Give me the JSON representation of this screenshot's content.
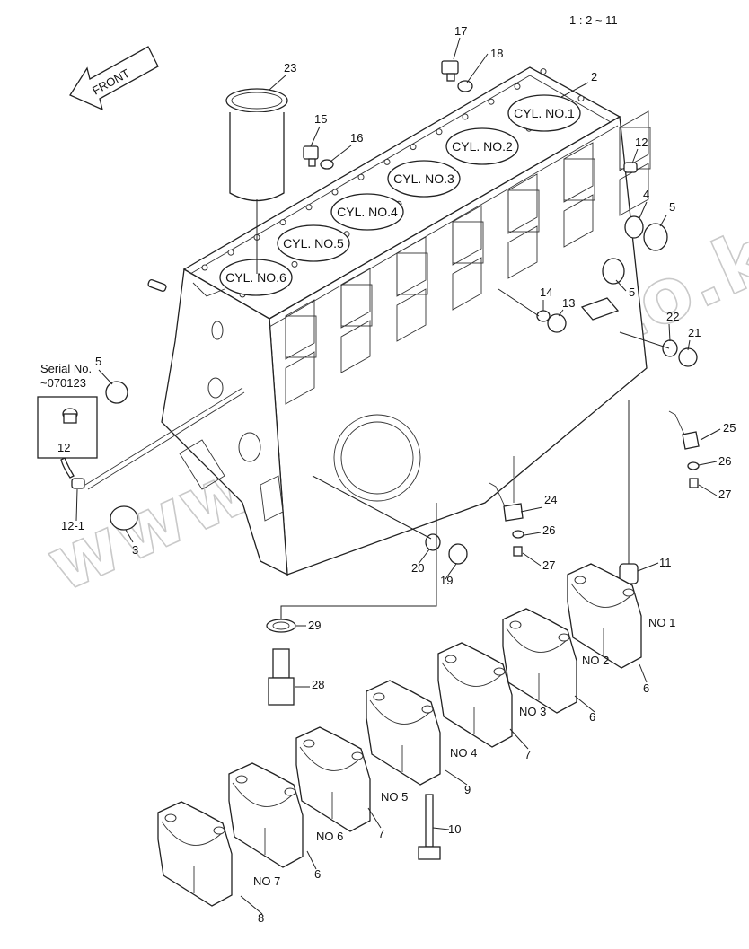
{
  "header": {
    "scale_text": "1 : 2 ~ 11"
  },
  "front_arrow": {
    "label": "FRONT"
  },
  "cylinders": [
    {
      "id": "cyl1",
      "label": "CYL. NO.1"
    },
    {
      "id": "cyl2",
      "label": "CYL. NO.2"
    },
    {
      "id": "cyl3",
      "label": "CYL. NO.3"
    },
    {
      "id": "cyl4",
      "label": "CYL. NO.4"
    },
    {
      "id": "cyl5",
      "label": "CYL. NO.5"
    },
    {
      "id": "cyl6",
      "label": "CYL. NO.6"
    }
  ],
  "bearing_caps": [
    {
      "label": "NO 1"
    },
    {
      "label": "NO 2"
    },
    {
      "label": "NO 3"
    },
    {
      "label": "NO  4"
    },
    {
      "label": "NO 5"
    },
    {
      "label": "NO 6"
    },
    {
      "label": "NO 7"
    }
  ],
  "inset": {
    "title_line1": "Serial No.",
    "title_line2": "~070123",
    "part": "12"
  },
  "callouts": [
    "17",
    "18",
    "23",
    "2",
    "15",
    "16",
    "12",
    "4",
    "5",
    "5",
    "14",
    "13",
    "22",
    "21",
    "5",
    "12",
    "12-1",
    "3",
    "25",
    "26",
    "27",
    "24",
    "26",
    "27",
    "20",
    "19",
    "11",
    "29",
    "28",
    "NO 1",
    "6",
    "6",
    "7",
    "9",
    "10",
    "7",
    "6",
    "8"
  ],
  "callout_list": [
    {
      "n": "17"
    },
    {
      "n": "18"
    },
    {
      "n": "23"
    },
    {
      "n": "2"
    },
    {
      "n": "15"
    },
    {
      "n": "16"
    },
    {
      "n": "12"
    },
    {
      "n": "4"
    },
    {
      "n": "5"
    },
    {
      "n": "5"
    },
    {
      "n": "14"
    },
    {
      "n": "13"
    },
    {
      "n": "22"
    },
    {
      "n": "21"
    },
    {
      "n": "5"
    },
    {
      "n": "12-1"
    },
    {
      "n": "3"
    },
    {
      "n": "25"
    },
    {
      "n": "26"
    },
    {
      "n": "27"
    },
    {
      "n": "24"
    },
    {
      "n": "26"
    },
    {
      "n": "27"
    },
    {
      "n": "20"
    },
    {
      "n": "19"
    },
    {
      "n": "11"
    },
    {
      "n": "29"
    },
    {
      "n": "28"
    },
    {
      "n": "6"
    },
    {
      "n": "6"
    },
    {
      "n": "7"
    },
    {
      "n": "9"
    },
    {
      "n": "10"
    },
    {
      "n": "7"
    },
    {
      "n": "6"
    },
    {
      "n": "8"
    }
  ],
  "watermark": "www.sinhron-to.kz"
}
